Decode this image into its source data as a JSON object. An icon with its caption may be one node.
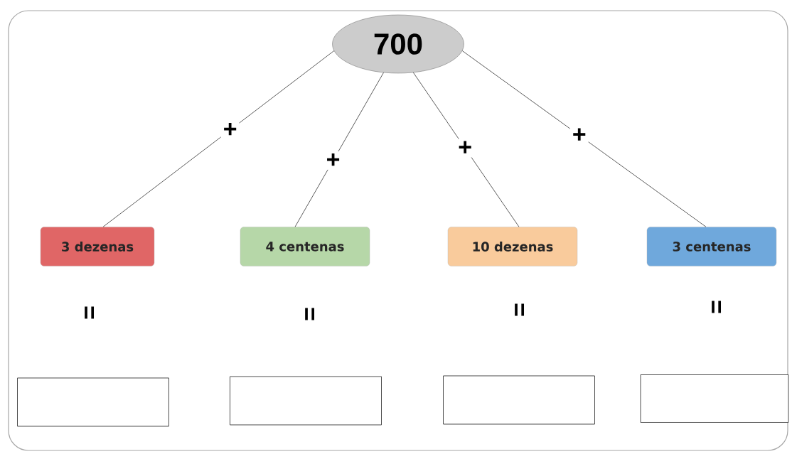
{
  "diagram": {
    "nodes": [
      {
        "text": [
          "700"
        ]
      },
      {
        "text": [
          "3 dezenas"
        ]
      },
      {
        "text": [
          "4 centenas"
        ]
      },
      {
        "text": [
          "10 dezenas"
        ]
      },
      {
        "text": [
          "3 centenas"
        ]
      },
      {
        "text": [],
        "shape": "box"
      },
      {
        "text": [],
        "shape": "box"
      },
      {
        "text": [],
        "shape": "box"
      },
      {
        "text": [],
        "shape": "box"
      }
    ],
    "edges": [
      {
        "from": 0,
        "to": 1,
        "arrow": "none",
        "label": "+"
      },
      {
        "from": 0,
        "to": 2,
        "arrow": "none",
        "label": "+"
      },
      {
        "from": 0,
        "to": 3,
        "arrow": "none",
        "label": "+"
      },
      {
        "from": 0,
        "to": 4,
        "arrow": "none",
        "label": "+"
      }
    ],
    "labels": [
      "=",
      "=",
      "=",
      "="
    ]
  }
}
